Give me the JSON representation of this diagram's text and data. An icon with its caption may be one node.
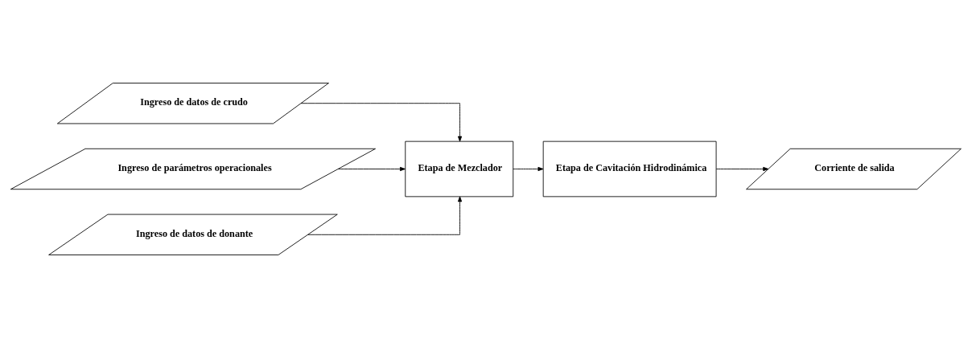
{
  "diagram": {
    "nodes": [
      {
        "text": [
          "Ingreso de datos de crudo"
        ]
      },
      {
        "text": [
          "Ingreso de parámetros operacionales"
        ]
      },
      {
        "text": [
          "Ingreso de datos de donante"
        ]
      },
      {
        "text": [
          "Etapa de Mezclador"
        ]
      },
      {
        "text": [
          "Etapa de Cavitación Hidrodinámica"
        ]
      },
      {
        "text": [
          "Corriente de salida"
        ]
      }
    ],
    "edges": [
      {
        "from": 0,
        "to": 3,
        "arrow": "to"
      },
      {
        "from": 1,
        "to": 3,
        "arrow": "to"
      },
      {
        "from": 2,
        "to": 3,
        "arrow": "to"
      },
      {
        "from": 3,
        "to": 4,
        "arrow": "to"
      },
      {
        "from": 4,
        "to": 5,
        "arrow": "to"
      }
    ]
  }
}
